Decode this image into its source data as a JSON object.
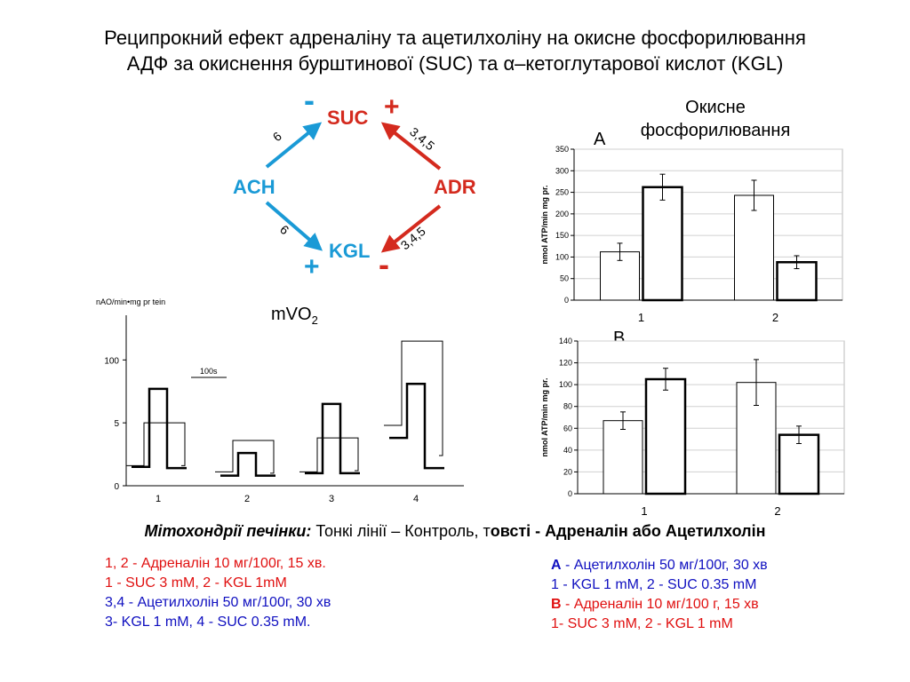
{
  "title": {
    "line1": "Реципрокний ефект адреналіну та ацетилхоліну на окисне фосфорилювання",
    "line2": "АДФ за окиснення бурштинової (SUC) та α–кетоглутарової кислот (KGL)"
  },
  "diagram": {
    "suc": "SUC",
    "kgl": "KGL",
    "ach": "ACH",
    "adr": "ADR",
    "minus": "-",
    "plus": "+",
    "label_ach_suc": "6",
    "label_ach_kgl": "6",
    "label_adr_suc": "3,4,5",
    "label_adr_kgl": "3,4,5",
    "colors": {
      "blue": "#1a9ad6",
      "red": "#d42a1e"
    }
  },
  "panel_title": {
    "line1": "Окисне",
    "line2": "фосфорилювання"
  },
  "mvo2": {
    "label": "mVO",
    "sub": "2"
  },
  "chart_data": [
    {
      "type": "line",
      "ylabel": "nAO/min•mg pr tein",
      "ylim": [
        0,
        120
      ],
      "yticks": [
        0,
        50,
        100
      ],
      "ytick_labels": [
        "0",
        "5",
        "100"
      ],
      "categories": [
        "1",
        "2",
        "3",
        "4"
      ],
      "scale_label": "100s",
      "series": [
        {
          "style": "thin",
          "groups": [
            {
              "base_before": 16,
              "peak": 50,
              "base_after": 16
            },
            {
              "base_before": 11,
              "peak": 36,
              "base_after": 10
            },
            {
              "base_before": 11,
              "peak": 38,
              "base_after": 12
            },
            {
              "base_before": 48,
              "peak": 115,
              "base_after": 24
            }
          ]
        },
        {
          "style": "thick",
          "groups": [
            {
              "base_before": 15,
              "peak": 77,
              "base_after": 14
            },
            {
              "base_before": 8,
              "peak": 26,
              "base_after": 8
            },
            {
              "base_before": 10,
              "peak": 65,
              "base_after": 10
            },
            {
              "base_before": 38,
              "peak": 81,
              "base_after": 14
            }
          ]
        }
      ]
    },
    {
      "type": "bar",
      "panel": "A",
      "ylabel": "nmol ATP/min mg pr.",
      "ylim": [
        0,
        350
      ],
      "yticks": [
        0,
        50,
        100,
        150,
        200,
        250,
        300,
        350
      ],
      "categories": [
        "1",
        "2"
      ],
      "series": [
        {
          "style": "thin",
          "values": [
            112,
            243
          ],
          "errors": [
            20,
            35
          ]
        },
        {
          "style": "thick",
          "values": [
            262,
            88
          ],
          "errors": [
            30,
            15
          ]
        }
      ]
    },
    {
      "type": "bar",
      "panel": "B",
      "ylabel": "nmol ATP/min mg pr.",
      "ylim": [
        0,
        140
      ],
      "yticks": [
        0,
        20,
        40,
        60,
        80,
        100,
        120,
        140
      ],
      "categories": [
        "1",
        "2"
      ],
      "series": [
        {
          "style": "thin",
          "values": [
            67,
            102
          ],
          "errors": [
            8,
            21
          ]
        },
        {
          "style": "thick",
          "values": [
            105,
            54
          ],
          "errors": [
            10,
            8
          ]
        }
      ]
    }
  ],
  "caption": {
    "part1": "Мітохондрії печінки:",
    "part2": " Тонкі лінії – Контроль, т",
    "part3": "овсті - Адреналін або Ацетилхолін"
  },
  "notes_left": [
    "1, 2  - Адреналін 10 мг/100г, 15 хв.",
    "1 - SUC 3 mM, 2 - KGL  1mM",
    "3,4 - Ацетилхолін 50 мг/100г, 30 хв",
    "3- KGL 1 mM, 4 - SUC  0.35 mM."
  ],
  "notes_right": [
    {
      "lead": "А",
      "text": "  - Ацетилхолін 50 мг/100г, 30 хв"
    },
    {
      "lead": "",
      "text": "1 - KGL 1 mM, 2 - SUC 0.35 mM"
    },
    {
      "lead": "В",
      "text": " -  Адреналін 10 мг/100 г, 15 хв"
    },
    {
      "lead": "",
      "text": "1- SUC 3 mM,  2 - KGL 1 mM"
    }
  ]
}
